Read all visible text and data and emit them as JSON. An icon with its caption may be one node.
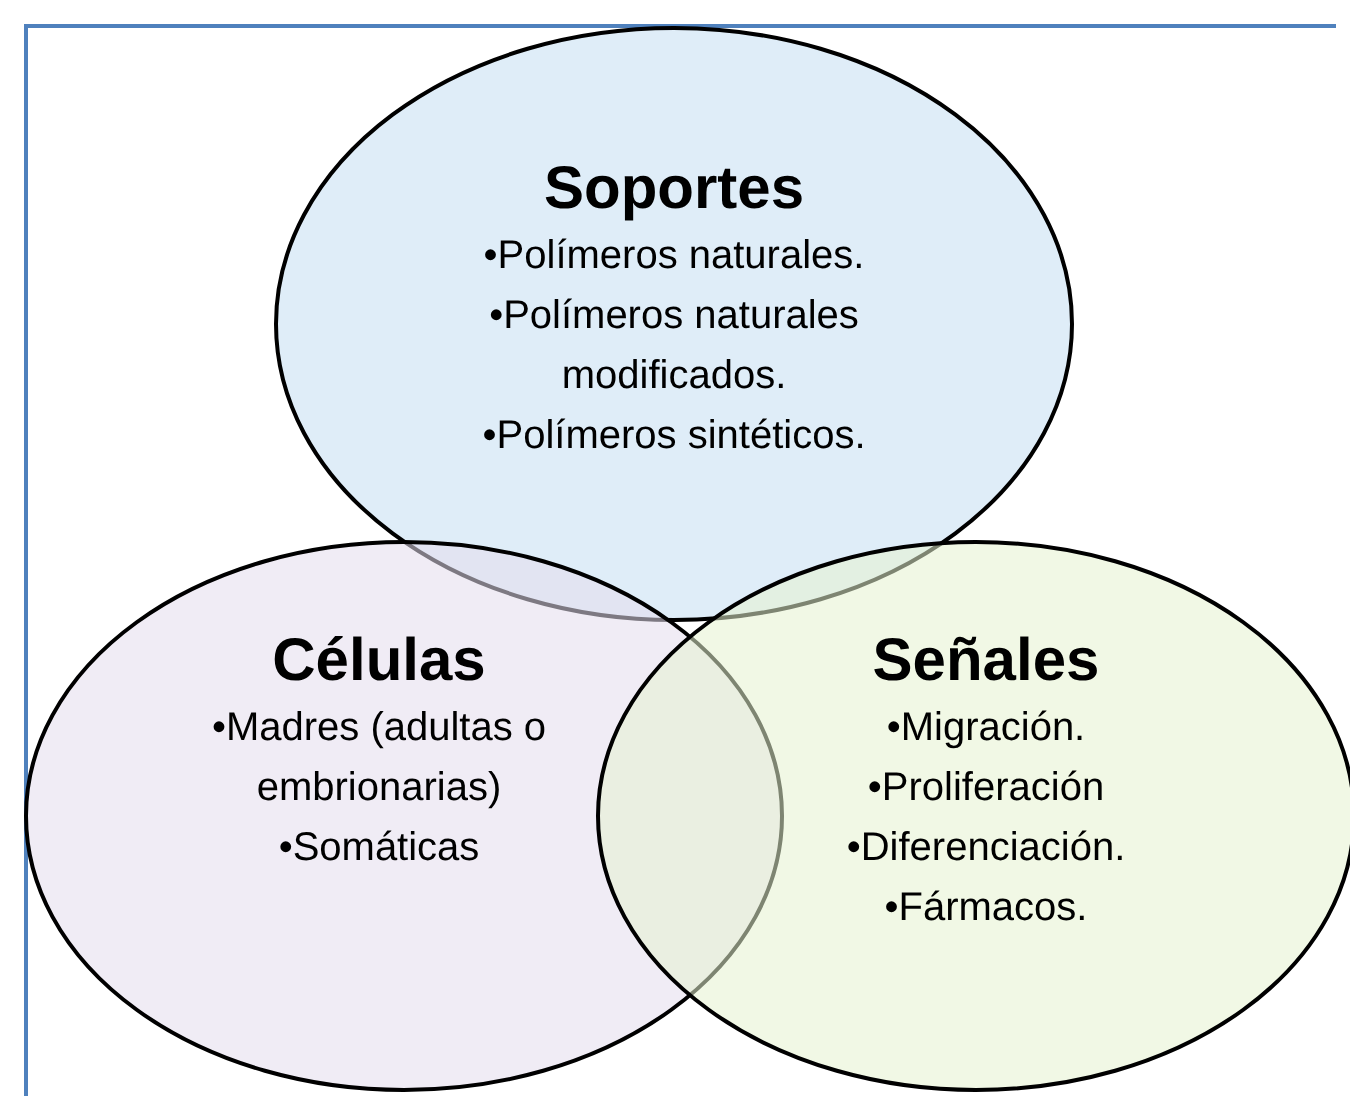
{
  "diagram": {
    "nodes": [
      {
        "text": [
          "Soportes",
          "•Polímeros naturales.",
          "•Polímeros naturales modificados.",
          "•Polímeros sintéticos."
        ]
      },
      {
        "text": [
          "Células",
          "•Madres (adultas o embrionarias)",
          "•Somáticas"
        ]
      },
      {
        "text": [
          "Señales",
          "•Migración.",
          "•Proliferación",
          "•Diferenciación.",
          "•Fármacos."
        ]
      }
    ]
  }
}
